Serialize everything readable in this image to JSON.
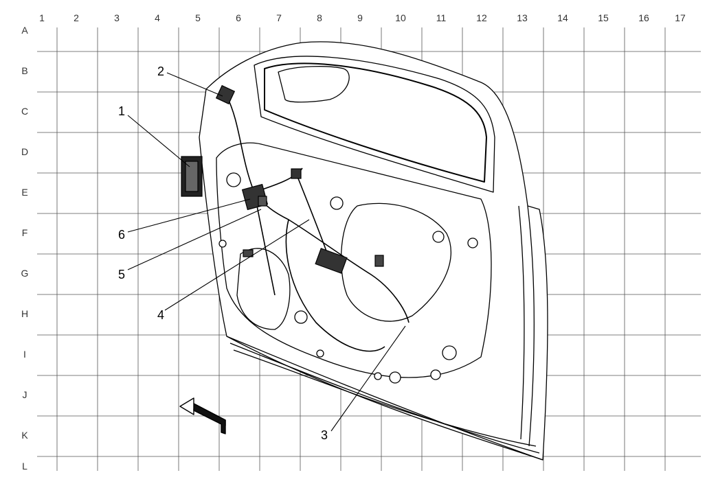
{
  "grid": {
    "columns": [
      "1",
      "2",
      "3",
      "4",
      "5",
      "6",
      "7",
      "8",
      "9",
      "10",
      "11",
      "12",
      "13",
      "14",
      "15",
      "16",
      "17"
    ],
    "rows": [
      "A",
      "B",
      "C",
      "D",
      "E",
      "F",
      "G",
      "H",
      "I",
      "J",
      "K",
      "L"
    ]
  },
  "callouts": [
    {
      "id": "1",
      "label": "1"
    },
    {
      "id": "2",
      "label": "2"
    },
    {
      "id": "3",
      "label": "3"
    },
    {
      "id": "4",
      "label": "4"
    },
    {
      "id": "5",
      "label": "5"
    },
    {
      "id": "6",
      "label": "6"
    }
  ]
}
